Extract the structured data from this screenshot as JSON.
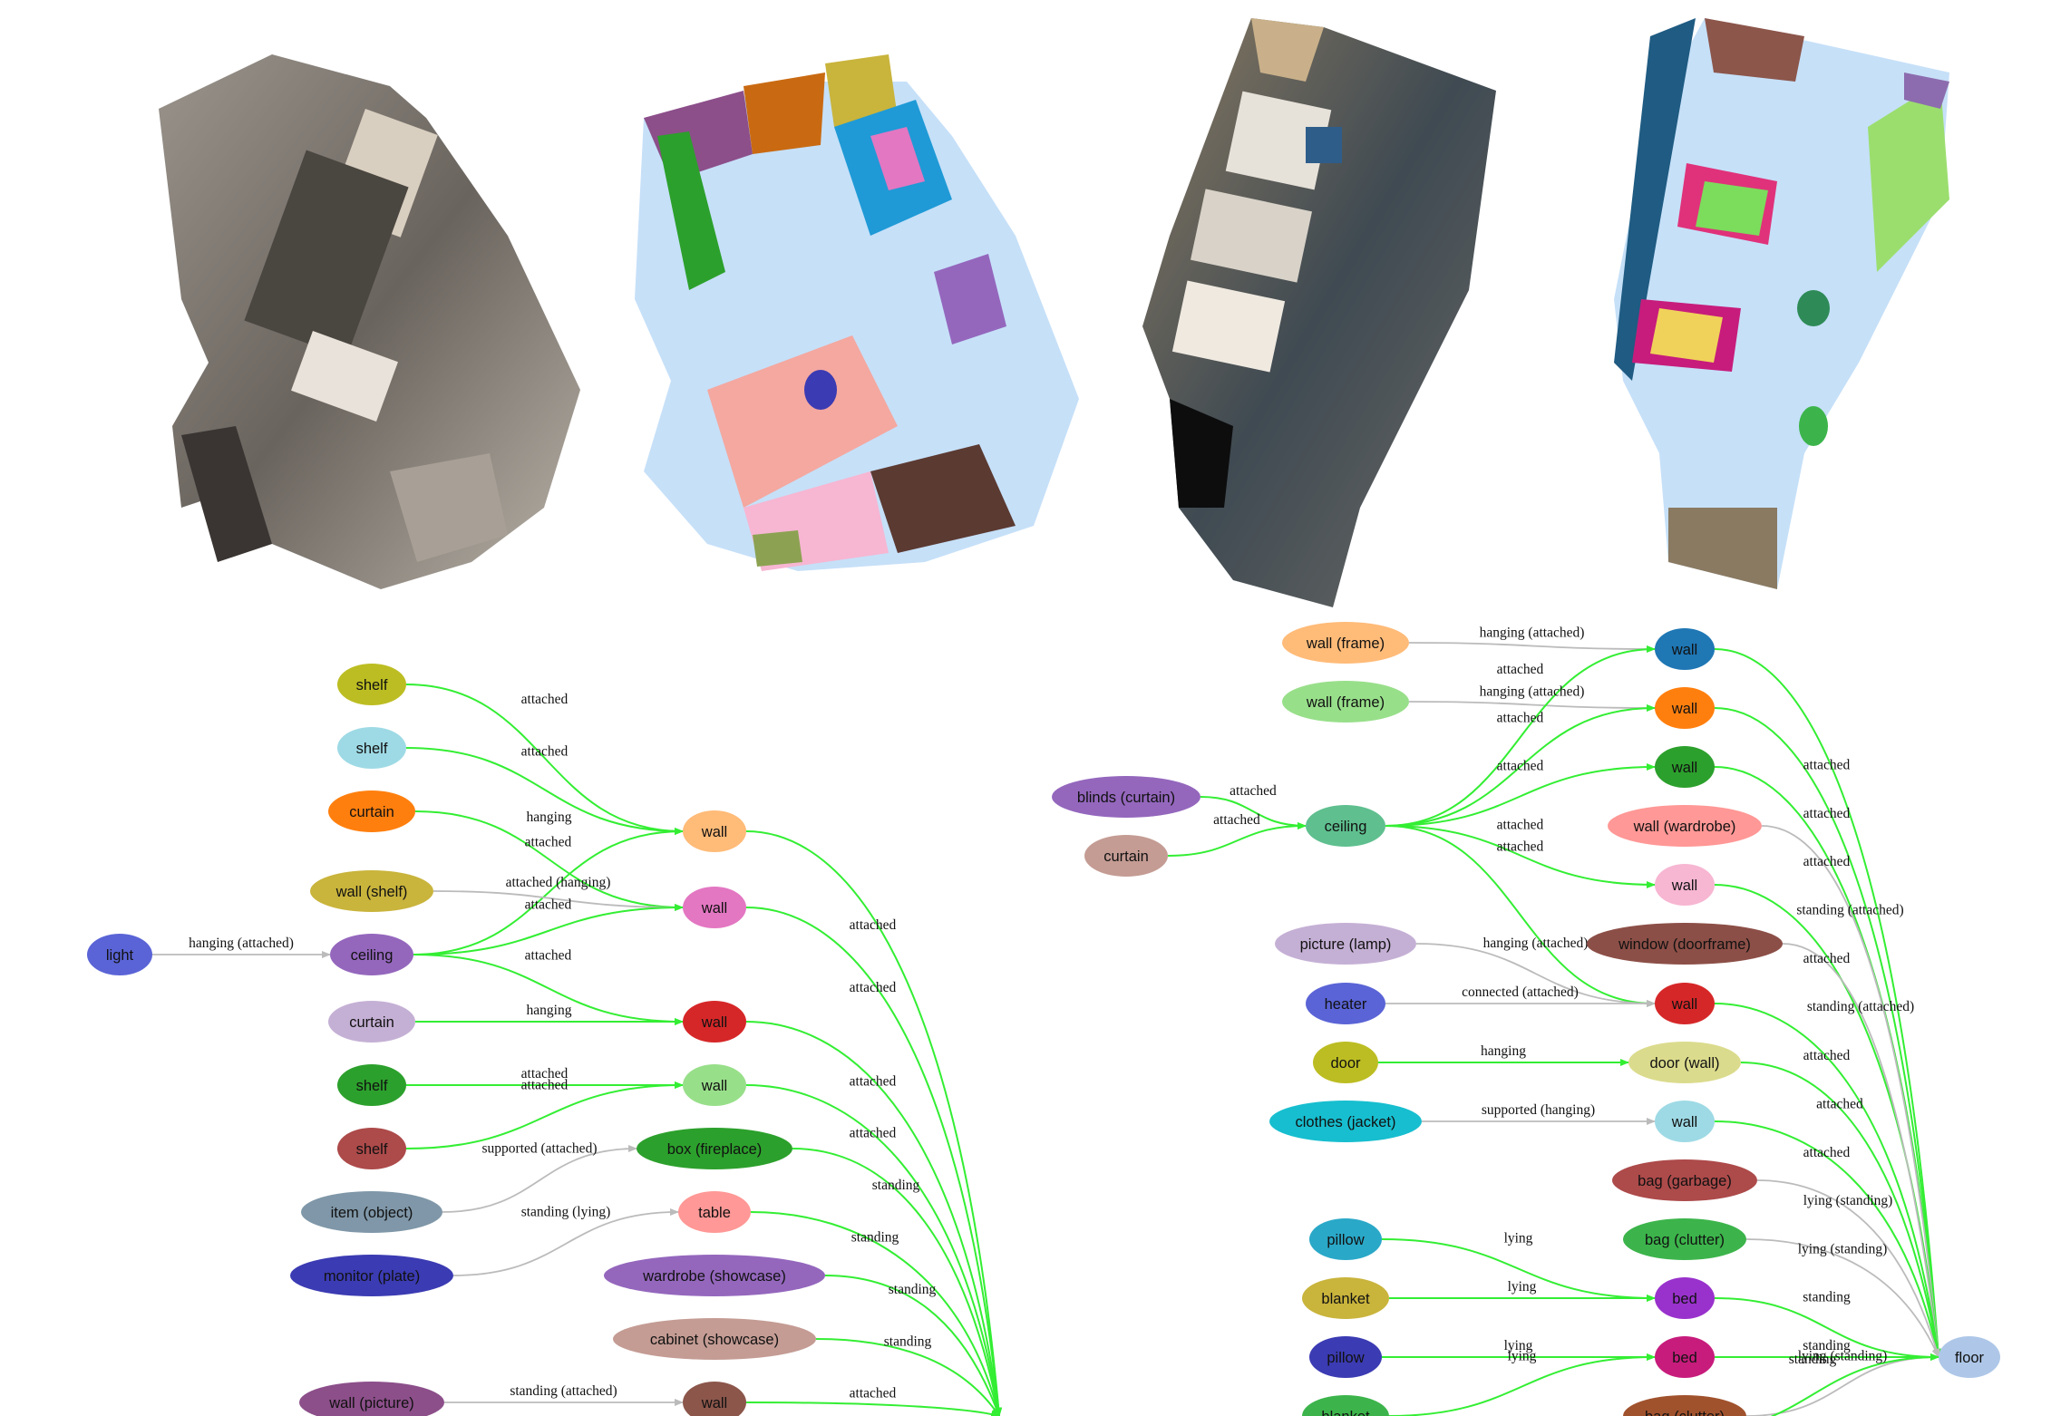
{
  "scene_panels": [
    {
      "kind": "photo",
      "caption": ""
    },
    {
      "kind": "segmentation",
      "caption": ""
    },
    {
      "kind": "photo",
      "caption": ""
    },
    {
      "kind": "segmentation",
      "caption": ""
    }
  ],
  "left_graph": {
    "nodes": [
      {
        "id": "L_shelf1",
        "label": "shelf",
        "color": "#bcbd22"
      },
      {
        "id": "L_shelf2",
        "label": "shelf",
        "color": "#9edae5"
      },
      {
        "id": "L_curtain1",
        "label": "curtain",
        "color": "#ff7f0e"
      },
      {
        "id": "L_wallshelf",
        "label": "wall (shelf)",
        "color": "#c9b43c"
      },
      {
        "id": "L_light",
        "label": "light",
        "color": "#5a64d6"
      },
      {
        "id": "L_ceiling",
        "label": "ceiling",
        "color": "#9467bd"
      },
      {
        "id": "L_curtain2",
        "label": "curtain",
        "color": "#c5b0d5"
      },
      {
        "id": "L_shelf3",
        "label": "shelf",
        "color": "#2ca02c"
      },
      {
        "id": "L_shelf4",
        "label": "shelf",
        "color": "#ad4a4a"
      },
      {
        "id": "L_item",
        "label": "item (object)",
        "color": "#7f97a8"
      },
      {
        "id": "L_monitor",
        "label": "monitor (plate)",
        "color": "#3b3bb3"
      },
      {
        "id": "L_wallpic",
        "label": "wall (picture)",
        "color": "#8c4f8a"
      },
      {
        "id": "L_wall1",
        "label": "wall",
        "color": "#ffbb78"
      },
      {
        "id": "L_wall2",
        "label": "wall",
        "color": "#e377c2"
      },
      {
        "id": "L_wall3",
        "label": "wall",
        "color": "#d62728"
      },
      {
        "id": "L_wall4",
        "label": "wall",
        "color": "#98df8a"
      },
      {
        "id": "L_box",
        "label": "box (fireplace)",
        "color": "#2ca02c"
      },
      {
        "id": "L_table",
        "label": "table",
        "color": "#ff9896"
      },
      {
        "id": "L_wardrobe",
        "label": "wardrobe (showcase)",
        "color": "#9467bd"
      },
      {
        "id": "L_cabinet",
        "label": "cabinet (showcase)",
        "color": "#c49c94"
      },
      {
        "id": "L_wall5",
        "label": "wall",
        "color": "#8c564b"
      }
    ],
    "edges": [
      {
        "from": "L_shelf1",
        "to": "L_wall1",
        "label": "attached",
        "style": "green"
      },
      {
        "from": "L_shelf2",
        "to": "L_wall1",
        "label": "attached",
        "style": "green"
      },
      {
        "from": "L_curtain1",
        "to": "L_wall2",
        "label": "hanging",
        "style": "green"
      },
      {
        "from": "L_ceiling",
        "to": "L_wall1",
        "label": "attached",
        "style": "green"
      },
      {
        "from": "L_wallshelf",
        "to": "L_wall2",
        "label": "attached (hanging)",
        "style": "grey"
      },
      {
        "from": "L_ceiling",
        "to": "L_wall2",
        "label": "attached",
        "style": "green"
      },
      {
        "from": "L_light",
        "to": "L_ceiling",
        "label": "hanging (attached)",
        "style": "grey"
      },
      {
        "from": "L_ceiling",
        "to": "L_wall3",
        "label": "attached",
        "style": "green"
      },
      {
        "from": "L_curtain2",
        "to": "L_wall3",
        "label": "hanging",
        "style": "green"
      },
      {
        "from": "L_shelf3",
        "to": "L_wall4",
        "label": "attached",
        "style": "green"
      },
      {
        "from": "L_shelf4",
        "to": "L_wall4",
        "label": "attached",
        "style": "green"
      },
      {
        "from": "L_item",
        "to": "L_box",
        "label": "supported (attached)",
        "style": "grey"
      },
      {
        "from": "L_monitor",
        "to": "L_table",
        "label": "standing (lying)",
        "style": "grey"
      },
      {
        "from": "L_wallpic",
        "to": "L_wall5",
        "label": "standing (attached)",
        "style": "grey"
      },
      {
        "from": "L_wall1",
        "to": "L_sink",
        "label": "attached",
        "style": "green"
      },
      {
        "from": "L_wall2",
        "to": "L_sink",
        "label": "attached",
        "style": "green"
      },
      {
        "from": "L_wall3",
        "to": "L_sink",
        "label": "attached",
        "style": "green"
      },
      {
        "from": "L_wall4",
        "to": "L_sink",
        "label": "attached",
        "style": "green"
      },
      {
        "from": "L_box",
        "to": "L_sink",
        "label": "standing",
        "style": "green"
      },
      {
        "from": "L_table",
        "to": "L_sink",
        "label": "standing",
        "style": "green"
      },
      {
        "from": "L_wardrobe",
        "to": "L_sink",
        "label": "standing",
        "style": "green"
      },
      {
        "from": "L_cabinet",
        "to": "L_sink",
        "label": "standing",
        "style": "green"
      },
      {
        "from": "L_wall5",
        "to": "L_sink",
        "label": "attached",
        "style": "green"
      }
    ]
  },
  "right_graph": {
    "nodes": [
      {
        "id": "R_wallframe1",
        "label": "wall (frame)",
        "color": "#ffbb78"
      },
      {
        "id": "R_wallframe2",
        "label": "wall (frame)",
        "color": "#98df8a"
      },
      {
        "id": "R_blinds",
        "label": "blinds (curtain)",
        "color": "#9467bd"
      },
      {
        "id": "R_curtain",
        "label": "curtain",
        "color": "#c49c94"
      },
      {
        "id": "R_ceiling",
        "label": "ceiling",
        "color": "#5fbf8f"
      },
      {
        "id": "R_picture",
        "label": "picture (lamp)",
        "color": "#c5b0d5"
      },
      {
        "id": "R_heater",
        "label": "heater",
        "color": "#5a64d6"
      },
      {
        "id": "R_door",
        "label": "door",
        "color": "#bcbd22"
      },
      {
        "id": "R_clothes",
        "label": "clothes (jacket)",
        "color": "#17becf"
      },
      {
        "id": "R_pillow1",
        "label": "pillow",
        "color": "#2aa8c8"
      },
      {
        "id": "R_blanket1",
        "label": "blanket",
        "color": "#c9b43c"
      },
      {
        "id": "R_pillow2",
        "label": "pillow",
        "color": "#3b3bb3"
      },
      {
        "id": "R_blanket2",
        "label": "blanket",
        "color": "#3cb44b"
      },
      {
        "id": "R_wall_blue",
        "label": "wall",
        "color": "#1f77b4"
      },
      {
        "id": "R_wall_orange",
        "label": "wall",
        "color": "#ff7f0e"
      },
      {
        "id": "R_wall_green",
        "label": "wall",
        "color": "#2ca02c"
      },
      {
        "id": "R_wall_wardrobe",
        "label": "wall (wardrobe)",
        "color": "#ff9896"
      },
      {
        "id": "R_wall_pink",
        "label": "wall",
        "color": "#f7b6d2"
      },
      {
        "id": "R_window",
        "label": "window (doorframe)",
        "color": "#8c4f47"
      },
      {
        "id": "R_wall_red",
        "label": "wall",
        "color": "#d62728"
      },
      {
        "id": "R_doorwall",
        "label": "door (wall)",
        "color": "#dbdb8d"
      },
      {
        "id": "R_wall_cyan",
        "label": "wall",
        "color": "#9edae5"
      },
      {
        "id": "R_bag_garbage",
        "label": "bag (garbage)",
        "color": "#ad4a4a"
      },
      {
        "id": "R_bag_clutter1",
        "label": "bag (clutter)",
        "color": "#3cb44b"
      },
      {
        "id": "R_bed1",
        "label": "bed",
        "color": "#9932cc"
      },
      {
        "id": "R_bed2",
        "label": "bed",
        "color": "#c71c7c"
      },
      {
        "id": "R_bag_clutter2",
        "label": "bag (clutter)",
        "color": "#a0522d"
      },
      {
        "id": "R_floor",
        "label": "floor",
        "color": "#aec7e8"
      }
    ],
    "edges": [
      {
        "from": "R_wallframe1",
        "to": "R_wall_blue",
        "label": "hanging (attached)",
        "style": "grey"
      },
      {
        "from": "R_wallframe2",
        "to": "R_wall_orange",
        "label": "hanging (attached)",
        "style": "grey"
      },
      {
        "from": "R_ceiling",
        "to": "R_wall_blue",
        "label": "attached",
        "style": "green"
      },
      {
        "from": "R_ceiling",
        "to": "R_wall_orange",
        "label": "attached",
        "style": "green"
      },
      {
        "from": "R_ceiling",
        "to": "R_wall_green",
        "label": "attached",
        "style": "green"
      },
      {
        "from": "R_ceiling",
        "to": "R_wall_pink",
        "label": "attached",
        "style": "green"
      },
      {
        "from": "R_ceiling",
        "to": "R_wall_red",
        "label": "attached",
        "style": "green"
      },
      {
        "from": "R_blinds",
        "to": "R_ceiling",
        "label": "attached",
        "style": "green"
      },
      {
        "from": "R_curtain",
        "to": "R_ceiling",
        "label": "attached",
        "style": "green"
      },
      {
        "from": "R_picture",
        "to": "R_wall_red",
        "label": "hanging (attached)",
        "style": "grey"
      },
      {
        "from": "R_heater",
        "to": "R_wall_red",
        "label": "connected (attached)",
        "style": "grey"
      },
      {
        "from": "R_door",
        "to": "R_doorwall",
        "label": "hanging",
        "style": "green"
      },
      {
        "from": "R_clothes",
        "to": "R_wall_cyan",
        "label": "supported (hanging)",
        "style": "grey"
      },
      {
        "from": "R_pillow1",
        "to": "R_bed1",
        "label": "lying",
        "style": "green"
      },
      {
        "from": "R_blanket1",
        "to": "R_bed1",
        "label": "lying",
        "style": "green"
      },
      {
        "from": "R_pillow2",
        "to": "R_bed2",
        "label": "lying",
        "style": "green"
      },
      {
        "from": "R_blanket2",
        "to": "R_bed2",
        "label": "lying",
        "style": "green"
      },
      {
        "from": "R_wall_blue",
        "to": "R_floor",
        "label": "attached",
        "style": "green"
      },
      {
        "from": "R_wall_orange",
        "to": "R_floor",
        "label": "attached",
        "style": "green"
      },
      {
        "from": "R_wall_green",
        "to": "R_floor",
        "label": "attached",
        "style": "green"
      },
      {
        "from": "R_wall_wardrobe",
        "to": "R_floor",
        "label": "standing (attached)",
        "style": "grey"
      },
      {
        "from": "R_wall_pink",
        "to": "R_floor",
        "label": "attached",
        "style": "green"
      },
      {
        "from": "R_window",
        "to": "R_floor",
        "label": "standing (attached)",
        "style": "grey"
      },
      {
        "from": "R_wall_red",
        "to": "R_floor",
        "label": "attached",
        "style": "green"
      },
      {
        "from": "R_doorwall",
        "to": "R_floor",
        "label": "attached",
        "style": "green"
      },
      {
        "from": "R_wall_cyan",
        "to": "R_floor",
        "label": "attached",
        "style": "green"
      },
      {
        "from": "R_bag_garbage",
        "to": "R_floor",
        "label": "lying (standing)",
        "style": "grey"
      },
      {
        "from": "R_bag_clutter1",
        "to": "R_floor",
        "label": "lying (standing)",
        "style": "grey"
      },
      {
        "from": "R_bed1",
        "to": "R_floor",
        "label": "standing",
        "style": "green"
      },
      {
        "from": "R_bed2",
        "to": "R_floor",
        "label": "standing",
        "style": "green"
      },
      {
        "from": "R_bag_clutter2",
        "to": "R_floor",
        "label": "lying (standing)",
        "style": "grey"
      },
      {
        "from": "R_sink_r",
        "to": "R_floor",
        "label": "standing",
        "style": "green"
      }
    ]
  },
  "colors": {
    "green_edge": "#33ee33",
    "grey_edge": "#bbbbbb"
  }
}
